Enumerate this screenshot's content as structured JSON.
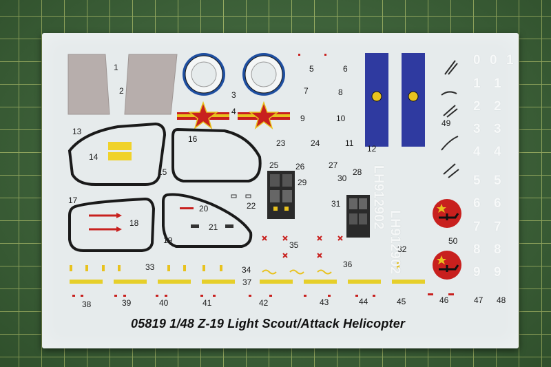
{
  "sheet": {
    "title": "05819 1/48 Z-19 Light Scout/Attack Helicopter",
    "serial": "LH912902"
  },
  "labels": {
    "l1": "1",
    "l2": "2",
    "l3": "3",
    "l4": "4",
    "l5": "5",
    "l6": "6",
    "l7": "7",
    "l8": "8",
    "l9": "9",
    "l10": "10",
    "l11": "11",
    "l12": "12",
    "l13": "13",
    "l14": "14",
    "l15": "15",
    "l16": "16",
    "l17": "17",
    "l18": "18",
    "l19": "19",
    "l20": "20",
    "l21": "21",
    "l22": "22",
    "l23": "23",
    "l24": "24",
    "l25": "25",
    "l26": "26",
    "l27": "27",
    "l28": "28",
    "l29": "29",
    "l30": "30",
    "l31": "31",
    "l32": "32",
    "l33": "33",
    "l34": "34",
    "l35": "35",
    "l36": "36",
    "l37": "37",
    "l38": "38",
    "l39": "39",
    "l40": "40",
    "l41": "41",
    "l42": "42",
    "l43": "43",
    "l44": "44",
    "l45": "45",
    "l46": "46",
    "l47": "47",
    "l48": "48",
    "l49": "49",
    "l50": "50"
  },
  "white_digits": {
    "top_row": [
      "0",
      "0",
      "1"
    ],
    "column": [
      "1",
      "2",
      "3",
      "4",
      "5",
      "6",
      "7",
      "8",
      "9"
    ],
    "column2": [
      "1",
      "2",
      "3",
      "4",
      "5",
      "6",
      "7",
      "8",
      "9"
    ]
  },
  "colors": {
    "mat": "#3f6a3a",
    "grid": "#a8c26a",
    "sheet": "#e6ebec",
    "blue_panel": "#2f3aa0",
    "insignia_red": "#c8201e",
    "insignia_yellow": "#e8c21f",
    "stripe_yellow": "#e6cf2a"
  },
  "icons": {
    "star": "star-icon",
    "helicopter": "helicopter-icon",
    "emblem": "unit-emblem-icon"
  }
}
